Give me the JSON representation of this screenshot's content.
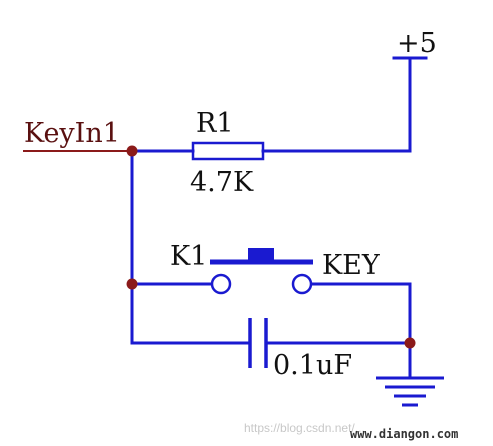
{
  "colors": {
    "wire": "#1a1ad0",
    "net_label": "#8b1a1a",
    "junction": "#8b1a1a",
    "text": "#111111"
  },
  "labels": {
    "net_in": "KeyIn1",
    "power": "+5",
    "resistor_ref": "R1",
    "resistor_value": "4.7K",
    "switch_ref": "K1",
    "switch_name": "KEY",
    "capacitor_value": "0.1uF"
  },
  "watermark": {
    "url": "https://blog.csdn.net/...",
    "site": "www.diangon.com"
  }
}
